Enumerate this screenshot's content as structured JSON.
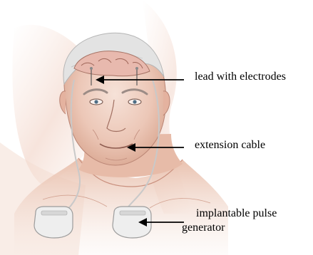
{
  "labels": {
    "lead": "lead with electrodes",
    "extension": "extension cable",
    "generator_line1": "implantable pulse",
    "generator_line2": "generator"
  },
  "colors": {
    "background": "#ffffff",
    "skin_light": "#f4ddd2",
    "skin_mid": "#e6b8a6",
    "skin_shadow": "#c98f7d",
    "hair": "#d9d9d9",
    "line": "#6b4a3f",
    "arrow": "#000000"
  }
}
